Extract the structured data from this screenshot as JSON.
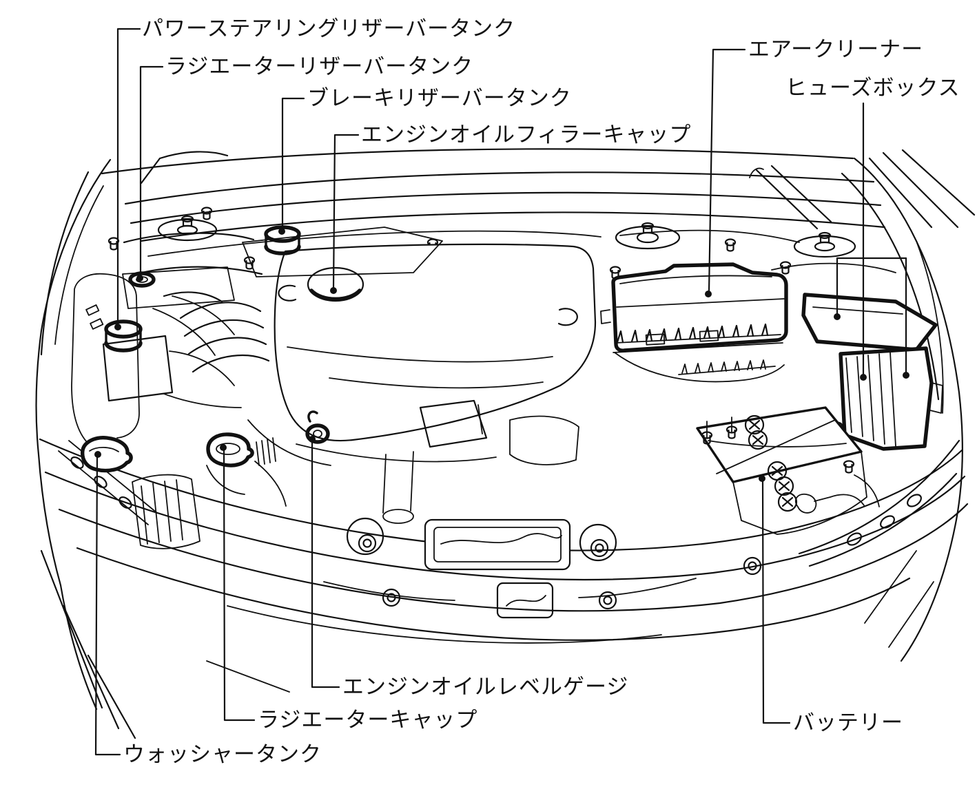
{
  "diagram": {
    "kind": "engine-bay-component-callout-diagram",
    "colors": {
      "ink": "#111111",
      "background": "#ffffff"
    },
    "labels": [
      {
        "id": "power-steering-reservoir-tank",
        "text": "パワーステアリングリザーバータンク"
      },
      {
        "id": "radiator-reservoir-tank",
        "text": "ラジエーターリザーバータンク"
      },
      {
        "id": "brake-reservoir-tank",
        "text": "ブレーキリザーバータンク"
      },
      {
        "id": "engine-oil-filler-cap",
        "text": "エンジンオイルフィラーキャップ"
      },
      {
        "id": "air-cleaner",
        "text": "エアークリーナー"
      },
      {
        "id": "fuse-box",
        "text": "ヒューズボックス"
      },
      {
        "id": "engine-oil-level-gauge",
        "text": "エンジンオイルレベルゲージ"
      },
      {
        "id": "radiator-cap",
        "text": "ラジエーターキャップ"
      },
      {
        "id": "washer-tank",
        "text": "ウォッシャータンク"
      },
      {
        "id": "battery",
        "text": "バッテリー"
      }
    ]
  }
}
